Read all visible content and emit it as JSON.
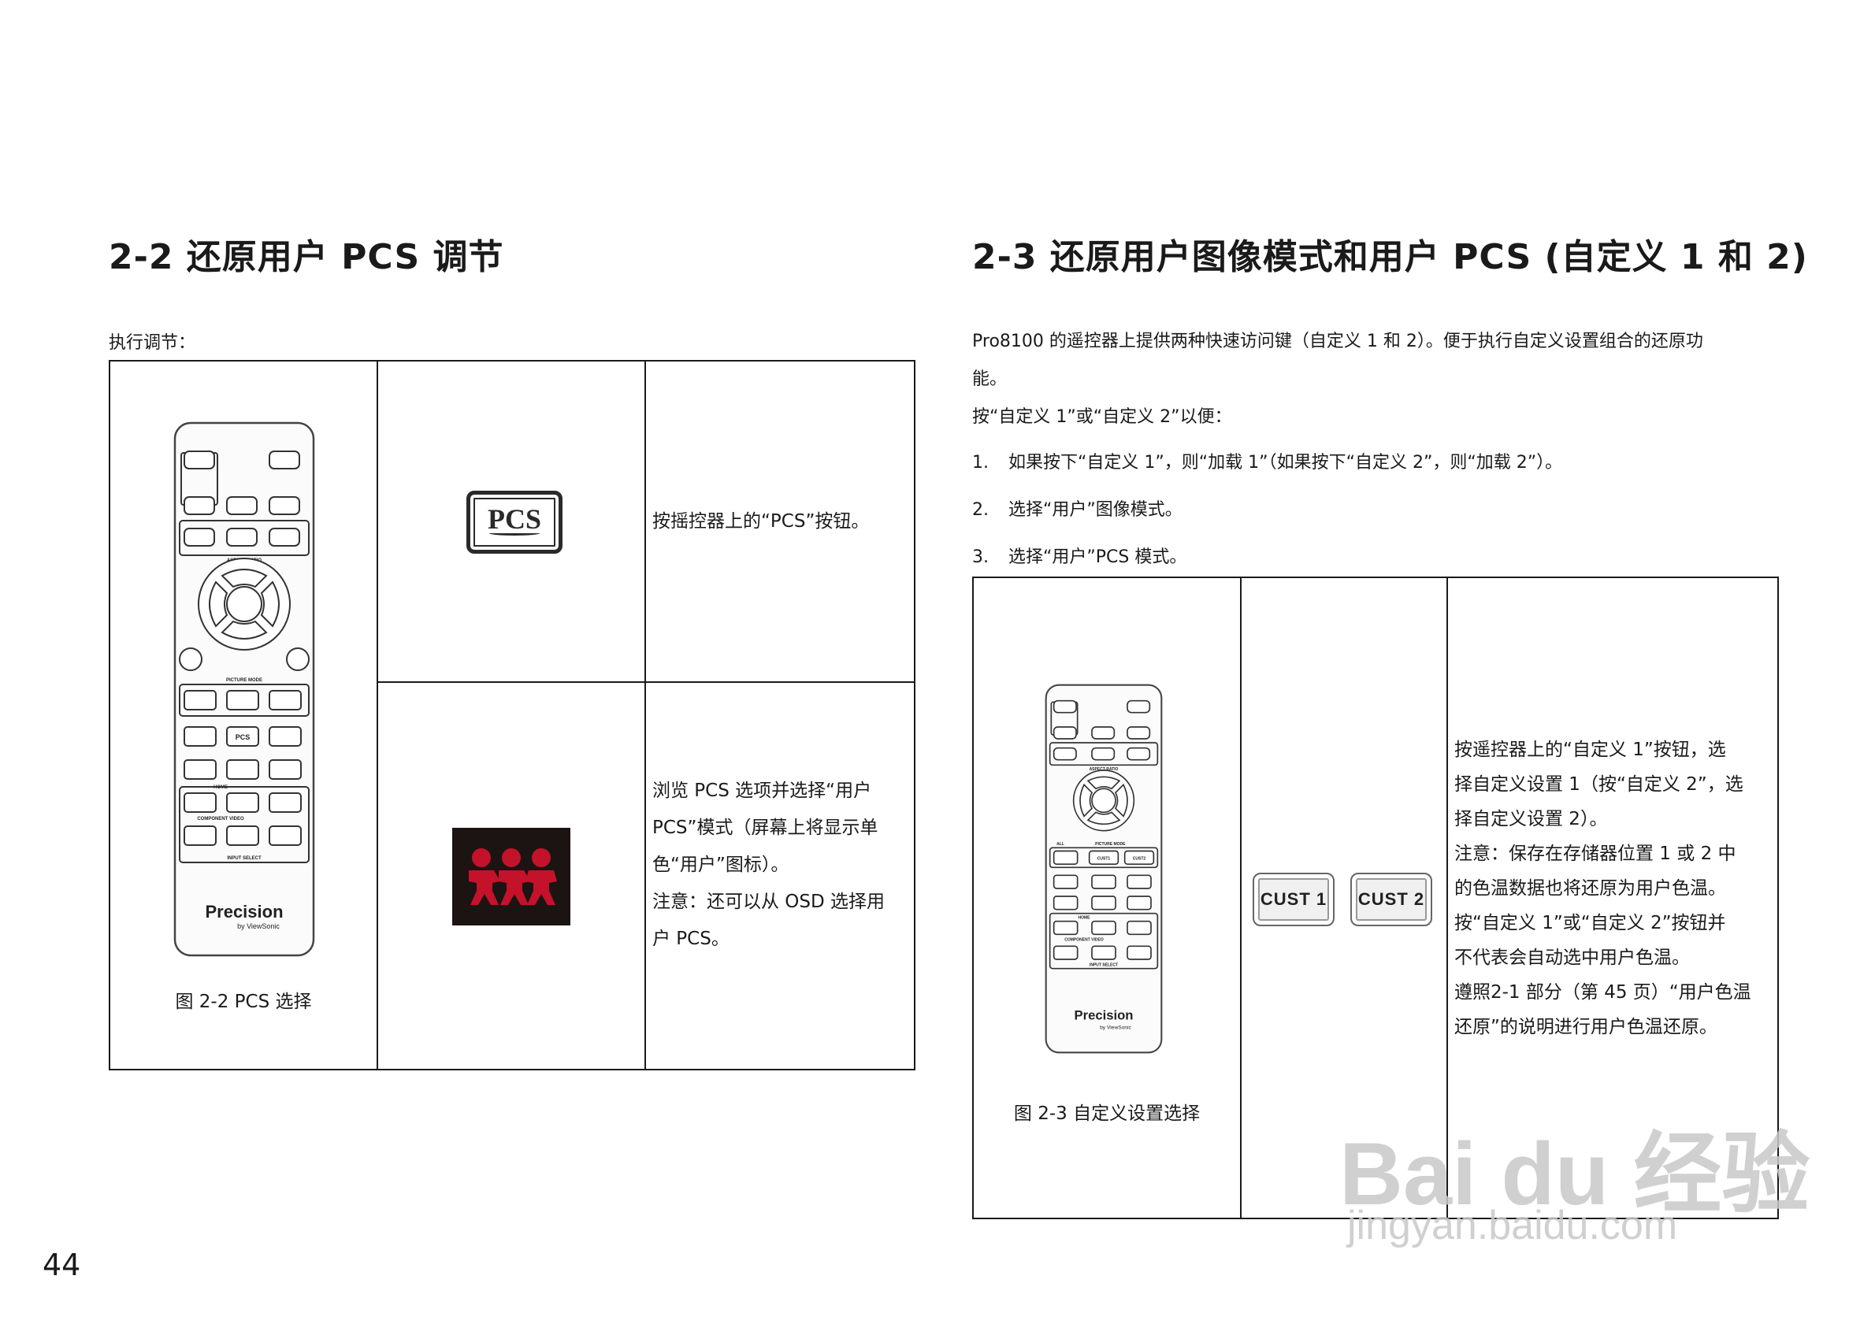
{
  "left": {
    "heading": "2-2 还原用户 PCS 调节",
    "intro": "执行调节：",
    "figure_caption": "图 2-2 PCS 选择",
    "pcs_key_label": "PCS",
    "row1_text": "按摇控器上的“PCS”按钮。",
    "row2_text": [
      "浏览 PCS 选项并选择“用户",
      "PCS”模式（屏幕上将显示单",
      "色“用户”图标）。",
      "注意：还可以从 OSD 选择用",
      "户 PCS。"
    ]
  },
  "right": {
    "heading": "2-3 还原用户图像模式和用户 PCS (自定义 1 和 2)",
    "paragraph_lines": [
      "Pro8100 的遥控器上提供两种快速访问键（自定义 1 和 2）。便于执行自定义设置组合的还原功",
      "能。"
    ],
    "press_line": "按“自定义 1”或“自定义 2”以便：",
    "steps": [
      {
        "num": "1.",
        "text": "如果按下“自定义 1”，则“加载 1”（如果按下“自定义 2”，则“加载 2”）。"
      },
      {
        "num": "2.",
        "text": "选择“用户”图像模式。"
      },
      {
        "num": "3.",
        "text": "选择“用户”PCS 模式。"
      }
    ],
    "figure_caption": "图 2-3 自定义设置选择",
    "cust1_label": "CUST 1",
    "cust2_label": "CUST 2",
    "cell_text": [
      "按遥控器上的“自定义 1”按钮，选",
      "择自定义设置 1（按“自定义 2”，选",
      "择自定义设置 2）。",
      "注意：保存在存储器位置 1 或 2 中",
      "的色温数据也将还原为用户色温。",
      "按“自定义 1”或“自定义 2”按钮并",
      "不代表会自动选中用户色温。",
      "遵照2-1 部分（第 45 页）“用户色温",
      "还原”的说明进行用户色温还原。"
    ]
  },
  "remote": {
    "brand": "Precision",
    "sub_brand": "by ViewSonic",
    "label_aspect": "ASPECT RATIO",
    "label_picture": "PICTURE MODE",
    "label_home": "HOME",
    "label_component": "COMPONENT VIDEO",
    "label_input": "INPUT SELECT",
    "label_pcs": "PCS",
    "label_cust1": "CUST1",
    "label_cust2": "CUST2",
    "label_all": "ALL"
  },
  "watermark": {
    "logo": "Bai du 经验",
    "url": "jingyan.baidu.com"
  },
  "page_number": "44",
  "colors": {
    "user_icon_bg": "#1b1412",
    "user_icon_fg": "#c4122b"
  }
}
